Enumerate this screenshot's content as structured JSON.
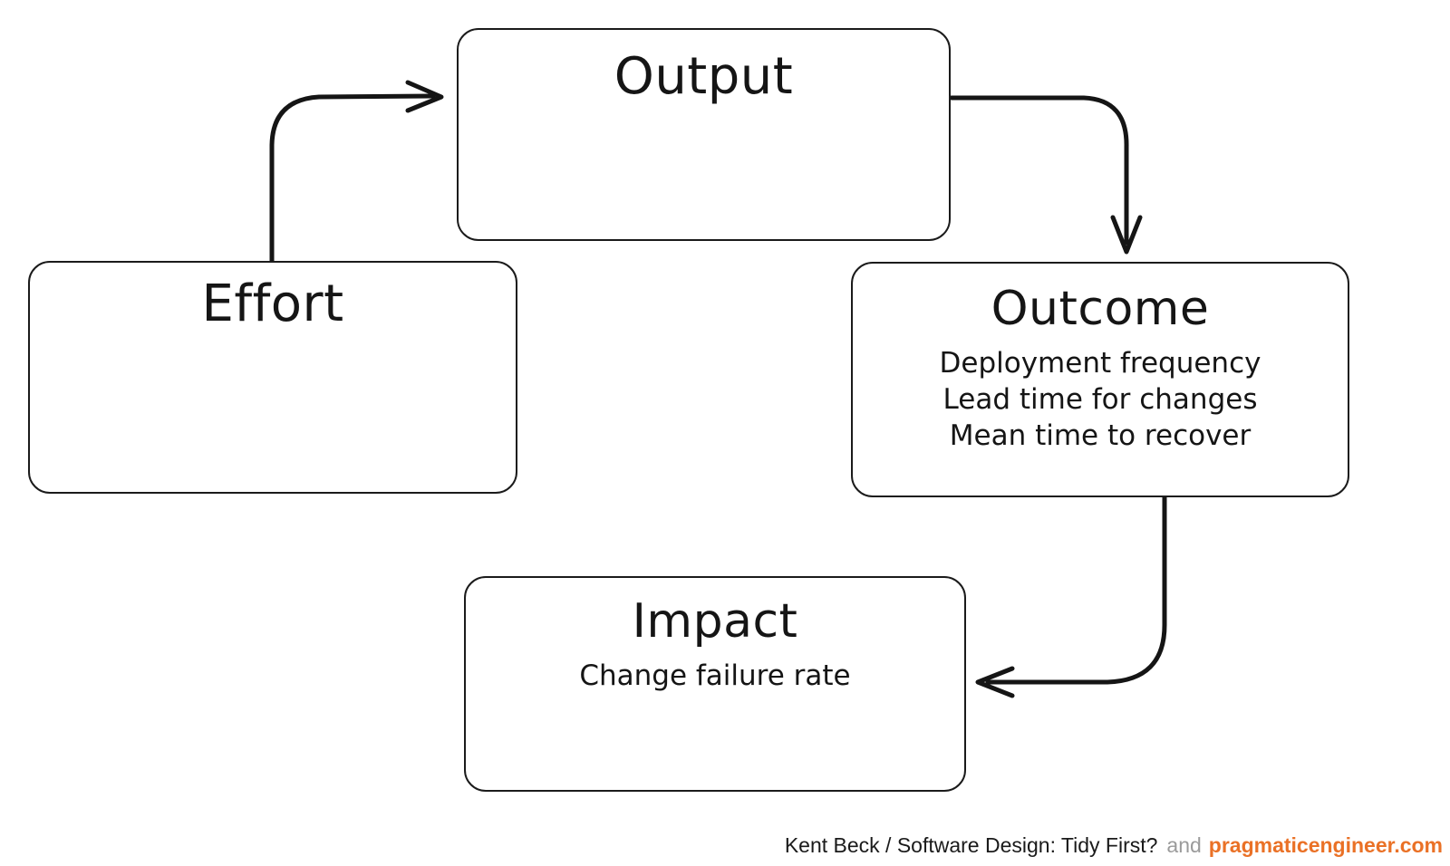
{
  "diagram": {
    "type": "flow-cycle",
    "background": "#ffffff",
    "ink_color": "#151515",
    "nodes": [
      {
        "id": "effort",
        "title": "Effort",
        "lines": []
      },
      {
        "id": "output",
        "title": "Output",
        "lines": []
      },
      {
        "id": "outcome",
        "title": "Outcome",
        "lines": [
          "Deployment frequency",
          "Lead time for changes",
          "Mean time to recover"
        ]
      },
      {
        "id": "impact",
        "title": "Impact",
        "lines": [
          "Change failure rate"
        ]
      }
    ],
    "edges": [
      {
        "id": "effort-to-output",
        "from": "Effort",
        "to": "Output",
        "direction": "right"
      },
      {
        "id": "output-to-outcome",
        "from": "Output",
        "to": "Outcome",
        "direction": "down"
      },
      {
        "id": "outcome-to-impact",
        "from": "Outcome",
        "to": "Impact",
        "direction": "left"
      }
    ]
  },
  "footer": {
    "credit": "Kent Beck / Software Design: Tidy First?",
    "conjunction": "and",
    "site": "pragmaticengineer.com",
    "site_color": "#ea7126",
    "conjunction_color": "#9b9b9b"
  }
}
